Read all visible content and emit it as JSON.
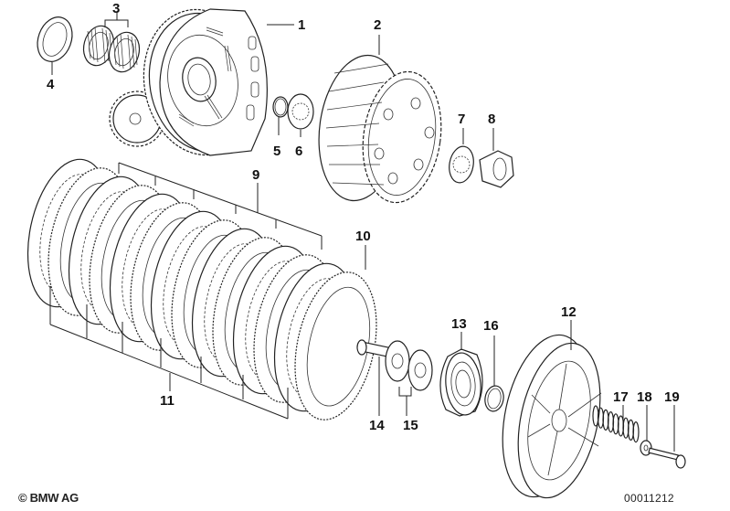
{
  "diagram": {
    "title": "Clutch assembly exploded view",
    "callouts": [
      {
        "id": "1",
        "label": "1"
      },
      {
        "id": "2",
        "label": "2"
      },
      {
        "id": "3",
        "label": "3"
      },
      {
        "id": "4",
        "label": "4"
      },
      {
        "id": "5",
        "label": "5"
      },
      {
        "id": "6",
        "label": "6"
      },
      {
        "id": "7",
        "label": "7"
      },
      {
        "id": "8",
        "label": "8"
      },
      {
        "id": "9",
        "label": "9"
      },
      {
        "id": "10",
        "label": "10"
      },
      {
        "id": "11",
        "label": "11"
      },
      {
        "id": "12",
        "label": "12"
      },
      {
        "id": "13",
        "label": "13"
      },
      {
        "id": "14",
        "label": "14"
      },
      {
        "id": "15",
        "label": "15"
      },
      {
        "id": "16",
        "label": "16"
      },
      {
        "id": "17",
        "label": "17"
      },
      {
        "id": "18",
        "label": "18"
      },
      {
        "id": "19",
        "label": "19"
      }
    ],
    "parts": [
      {
        "callout": "1",
        "name": "clutch-basket-with-gear"
      },
      {
        "callout": "2",
        "name": "clutch-hub"
      },
      {
        "callout": "3",
        "name": "needle-bearings"
      },
      {
        "callout": "4",
        "name": "thrust-washer"
      },
      {
        "callout": "5",
        "name": "circlip"
      },
      {
        "callout": "6",
        "name": "splined-thrust-washer"
      },
      {
        "callout": "7",
        "name": "lock-washer"
      },
      {
        "callout": "8",
        "name": "hex-nut"
      },
      {
        "callout": "9",
        "name": "steel-plates"
      },
      {
        "callout": "10",
        "name": "friction-plate-outer"
      },
      {
        "callout": "11",
        "name": "friction-plates"
      },
      {
        "callout": "12",
        "name": "pressure-plate"
      },
      {
        "callout": "13",
        "name": "ball-bearing"
      },
      {
        "callout": "14",
        "name": "release-pin"
      },
      {
        "callout": "15",
        "name": "washers"
      },
      {
        "callout": "16",
        "name": "retaining-ring"
      },
      {
        "callout": "17",
        "name": "clutch-spring"
      },
      {
        "callout": "18",
        "name": "spring-washer"
      },
      {
        "callout": "19",
        "name": "bolt"
      }
    ]
  },
  "footer": {
    "copyright": "© BMW AG",
    "document_number": "00011212"
  }
}
